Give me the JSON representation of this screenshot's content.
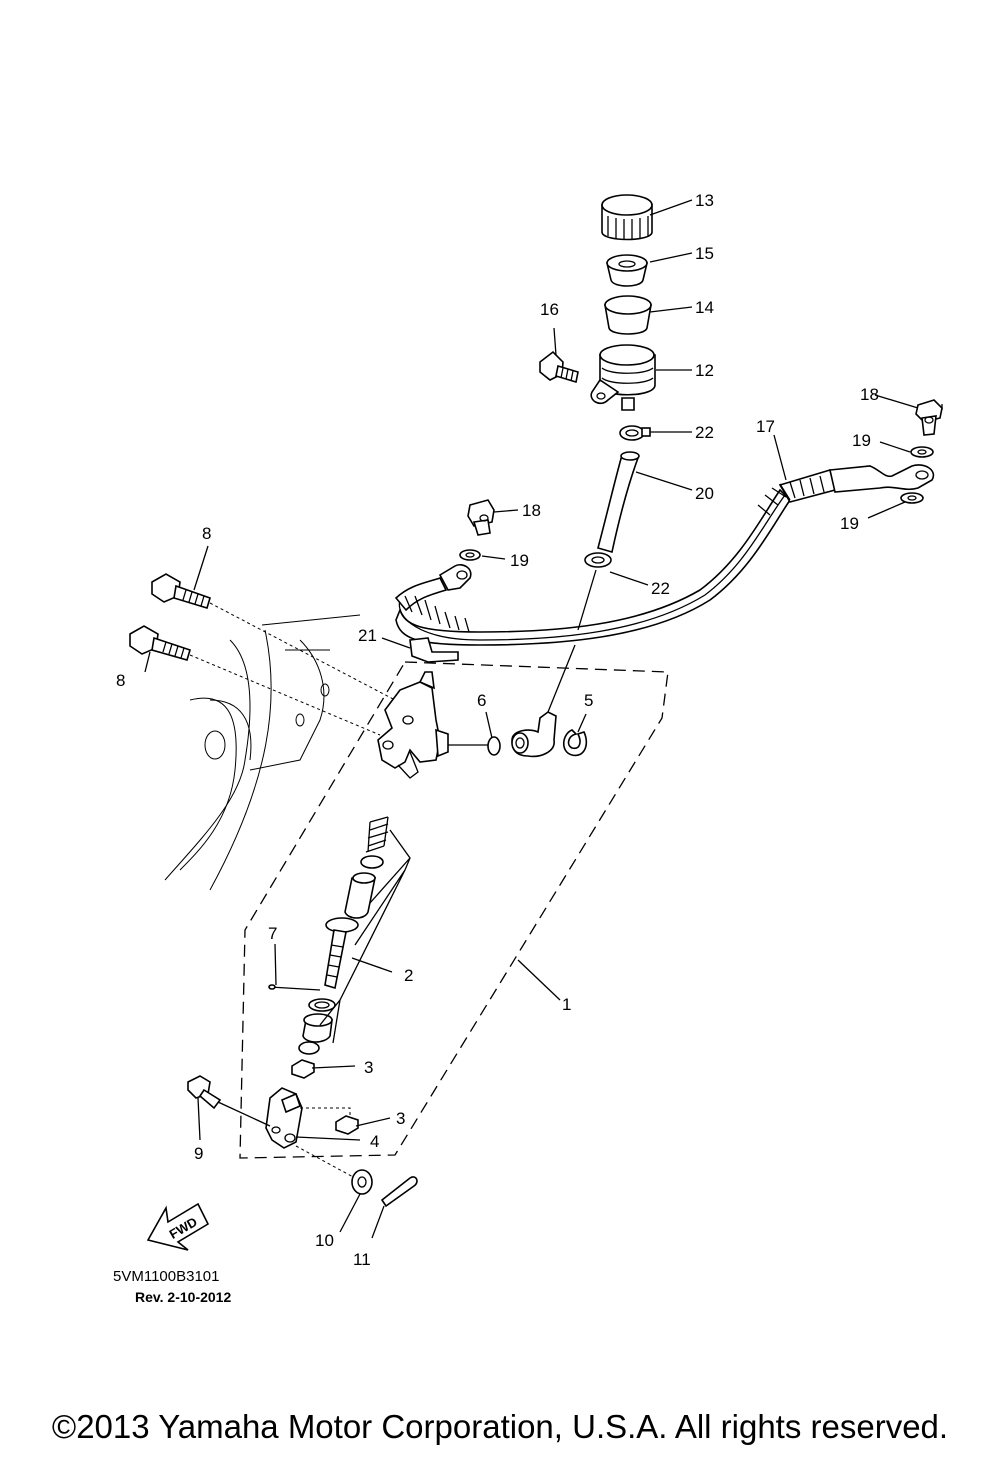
{
  "callouts": [
    {
      "id": "c13",
      "text": "13"
    },
    {
      "id": "c15",
      "text": "15"
    },
    {
      "id": "c14",
      "text": "14"
    },
    {
      "id": "c16",
      "text": "16"
    },
    {
      "id": "c12",
      "text": "12"
    },
    {
      "id": "c22a",
      "text": "22"
    },
    {
      "id": "c18a",
      "text": "18"
    },
    {
      "id": "c17",
      "text": "17"
    },
    {
      "id": "c19a",
      "text": "19"
    },
    {
      "id": "c20",
      "text": "20"
    },
    {
      "id": "c19b",
      "text": "19"
    },
    {
      "id": "c18b",
      "text": "18"
    },
    {
      "id": "c19c",
      "text": "19"
    },
    {
      "id": "c22b",
      "text": "22"
    },
    {
      "id": "c8a",
      "text": "8"
    },
    {
      "id": "c21",
      "text": "21"
    },
    {
      "id": "c8b",
      "text": "8"
    },
    {
      "id": "c6",
      "text": "6"
    },
    {
      "id": "c5",
      "text": "5"
    },
    {
      "id": "c7",
      "text": "7"
    },
    {
      "id": "c2",
      "text": "2"
    },
    {
      "id": "c1",
      "text": "1"
    },
    {
      "id": "c3a",
      "text": "3"
    },
    {
      "id": "c3b",
      "text": "3"
    },
    {
      "id": "c4",
      "text": "4"
    },
    {
      "id": "c9",
      "text": "9"
    },
    {
      "id": "c10",
      "text": "10"
    },
    {
      "id": "c11",
      "text": "11"
    }
  ],
  "fwd_label": "FWD",
  "diagram_code": "5VM1100B3101",
  "revision": "Rev.  2-10-2012",
  "copyright": "©2013 Yamaha Motor Corporation, U.S.A. All rights reserved."
}
